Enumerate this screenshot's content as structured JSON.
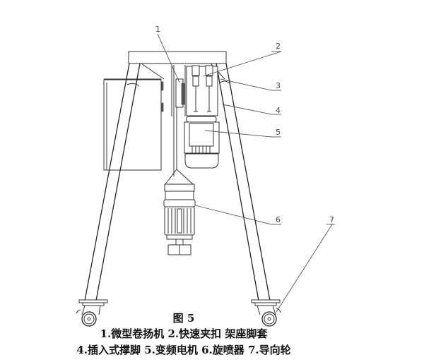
{
  "figure": {
    "title": "图 5",
    "caption_lines": [
      "1.微型卷扬机 2.快速夹扣 架座脚套",
      "4.插入式撑脚 5.变频电机 6.旋喷器 7.导向轮"
    ],
    "callouts": [
      {
        "number": "1",
        "part": "微型卷扬机"
      },
      {
        "number": "2",
        "part": "快速夹扣"
      },
      {
        "number": "3",
        "part": "架座脚套"
      },
      {
        "number": "4",
        "part": "插入式撑脚"
      },
      {
        "number": "5",
        "part": "变频电机"
      },
      {
        "number": "6",
        "part": "旋喷器"
      },
      {
        "number": "7",
        "part": "导向轮"
      }
    ]
  },
  "colors": {
    "line": "#333333",
    "background": "#ffffff",
    "caption_text": "#111111"
  }
}
